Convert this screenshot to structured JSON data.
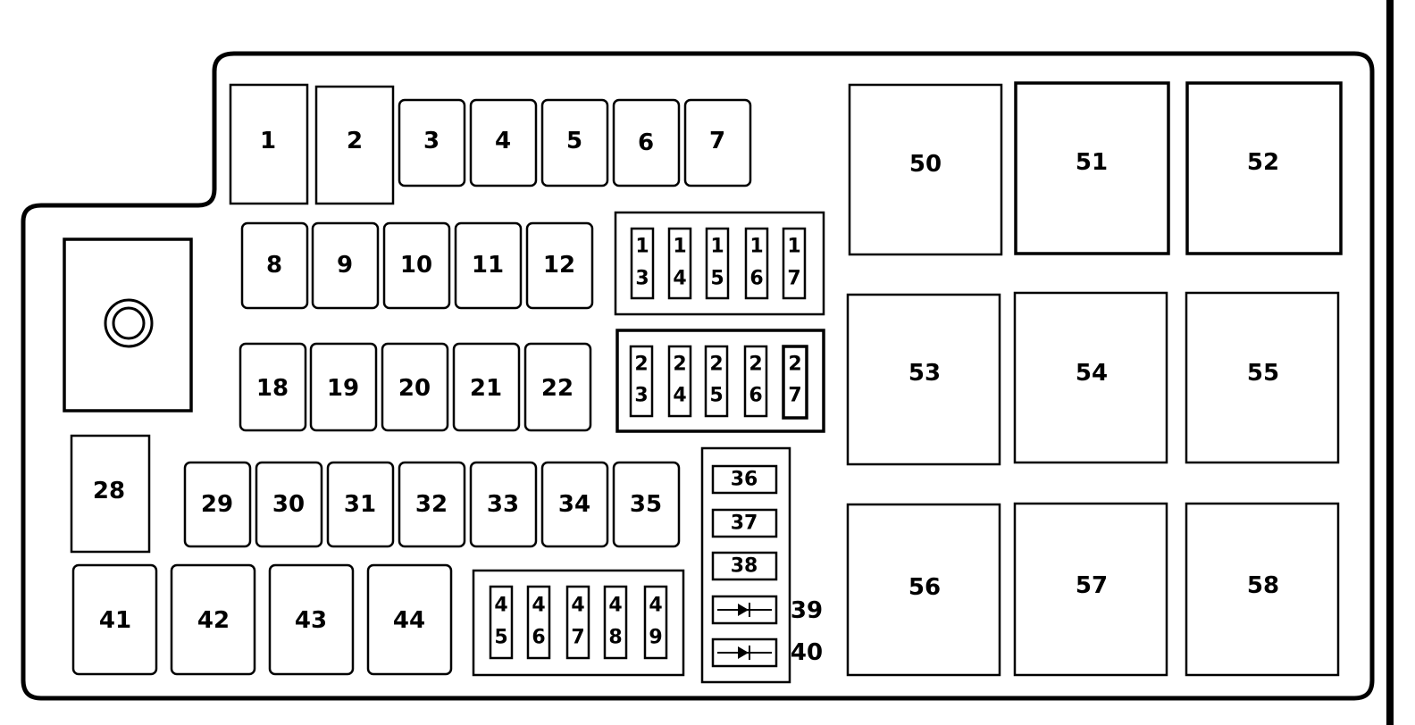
{
  "fuses": {
    "f1": "1",
    "f2": "2",
    "f3": "3",
    "f4": "4",
    "f5": "5",
    "f6": "6",
    "f7": "7",
    "f8": "8",
    "f9": "9",
    "f10": "10",
    "f11": "11",
    "f12": "12",
    "f13a": "1",
    "f13b": "3",
    "f14a": "1",
    "f14b": "4",
    "f15a": "1",
    "f15b": "5",
    "f16a": "1",
    "f16b": "6",
    "f17a": "1",
    "f17b": "7",
    "f18": "18",
    "f19": "19",
    "f20": "20",
    "f21": "21",
    "f22": "22",
    "f23a": "2",
    "f23b": "3",
    "f24a": "2",
    "f24b": "4",
    "f25a": "2",
    "f25b": "5",
    "f26a": "2",
    "f26b": "6",
    "f27a": "2",
    "f27b": "7",
    "f28": "28",
    "f29": "29",
    "f30": "30",
    "f31": "31",
    "f32": "32",
    "f33": "33",
    "f34": "34",
    "f35": "35",
    "f36": "36",
    "f37": "37",
    "f38": "38",
    "f39": "39",
    "f40": "40",
    "f41": "41",
    "f42": "42",
    "f43": "43",
    "f44": "44",
    "f45a": "4",
    "f45b": "5",
    "f46a": "4",
    "f46b": "6",
    "f47a": "4",
    "f47b": "7",
    "f48a": "4",
    "f48b": "8",
    "f49a": "4",
    "f49b": "9"
  },
  "relays": {
    "r50": "50",
    "r51": "51",
    "r52": "52",
    "r53": "53",
    "r54": "54",
    "r55": "55",
    "r56": "56",
    "r57": "57",
    "r58": "58"
  }
}
